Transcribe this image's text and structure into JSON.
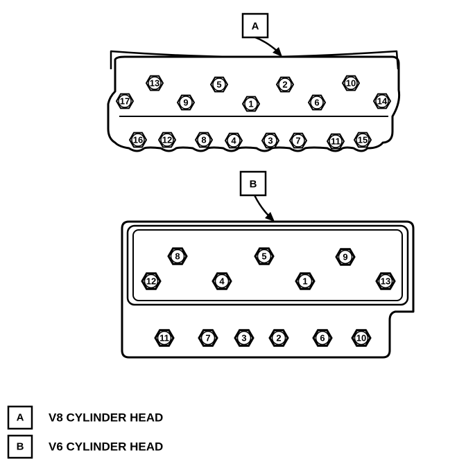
{
  "callouts": {
    "a": "A",
    "b": "B"
  },
  "v8_bolts": [
    "17",
    "13",
    "9",
    "5",
    "1",
    "2",
    "6",
    "10",
    "14",
    "16",
    "12",
    "8",
    "4",
    "3",
    "7",
    "11",
    "15"
  ],
  "v6_bolts": [
    "8",
    "5",
    "9",
    "12",
    "4",
    "1",
    "13",
    "11",
    "7",
    "3",
    "2",
    "6",
    "10"
  ],
  "legend": [
    {
      "key": "A",
      "label": "V8 CYLINDER HEAD"
    },
    {
      "key": "B",
      "label": "V6 CYLINDER HEAD"
    }
  ]
}
